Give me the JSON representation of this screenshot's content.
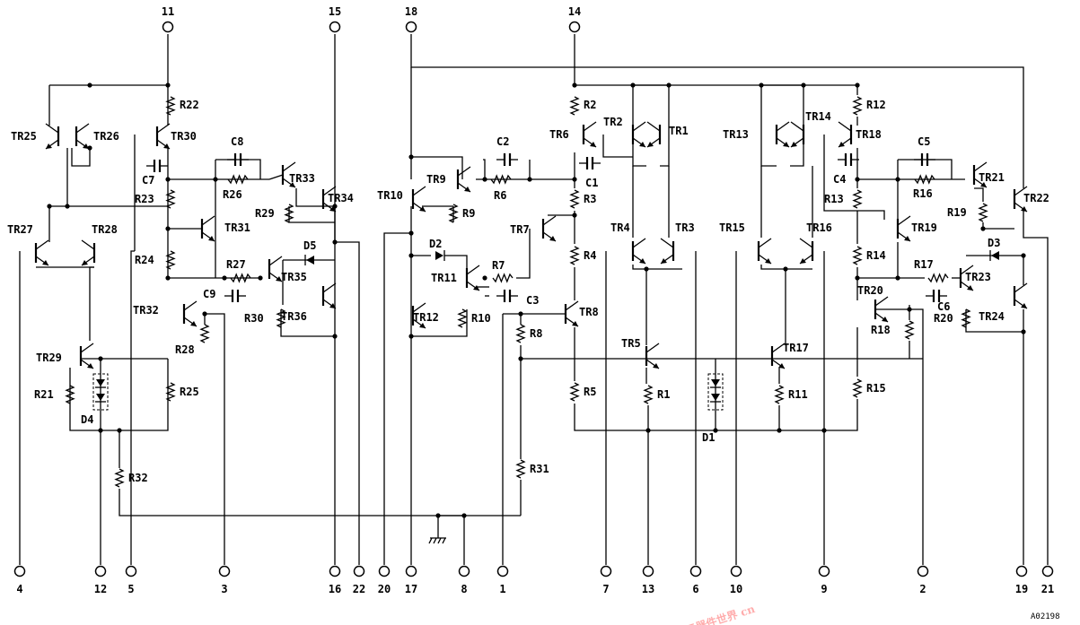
{
  "pins_top": [
    "11",
    "15",
    "18",
    "14"
  ],
  "pins_bottom": [
    "4",
    "12",
    "5",
    "3",
    "16",
    "22",
    "20",
    "17",
    "8",
    "1",
    "7",
    "13",
    "6",
    "10",
    "9",
    "2",
    "19",
    "21"
  ],
  "transistors": [
    "TR1",
    "TR2",
    "TR3",
    "TR4",
    "TR5",
    "TR6",
    "TR7",
    "TR8",
    "TR9",
    "TR10",
    "TR11",
    "TR12",
    "TR13",
    "TR14",
    "TR15",
    "TR16",
    "TR17",
    "TR18",
    "TR19",
    "TR20",
    "TR21",
    "TR22",
    "TR23",
    "TR24",
    "TR25",
    "TR26",
    "TR27",
    "TR28",
    "TR29",
    "TR30",
    "TR31",
    "TR32",
    "TR33",
    "TR34",
    "TR35",
    "TR36"
  ],
  "resistors": [
    "R1",
    "R2",
    "R3",
    "R4",
    "R5",
    "R6",
    "R7",
    "R8",
    "R9",
    "R10",
    "R11",
    "R12",
    "R13",
    "R14",
    "R15",
    "R16",
    "R17",
    "R18",
    "R19",
    "R20",
    "R21",
    "R22",
    "R23",
    "R24",
    "R25",
    "R26",
    "R27",
    "R28",
    "R29",
    "R30",
    "R31",
    "R32"
  ],
  "capacitors": [
    "C1",
    "C2",
    "C3",
    "C4",
    "C5",
    "C6",
    "C7",
    "C8",
    "C9"
  ],
  "diodes": [
    "D1",
    "D2",
    "D3",
    "D4",
    "D5"
  ],
  "reference": "A02198",
  "watermark": "电子元器件世界 cn"
}
